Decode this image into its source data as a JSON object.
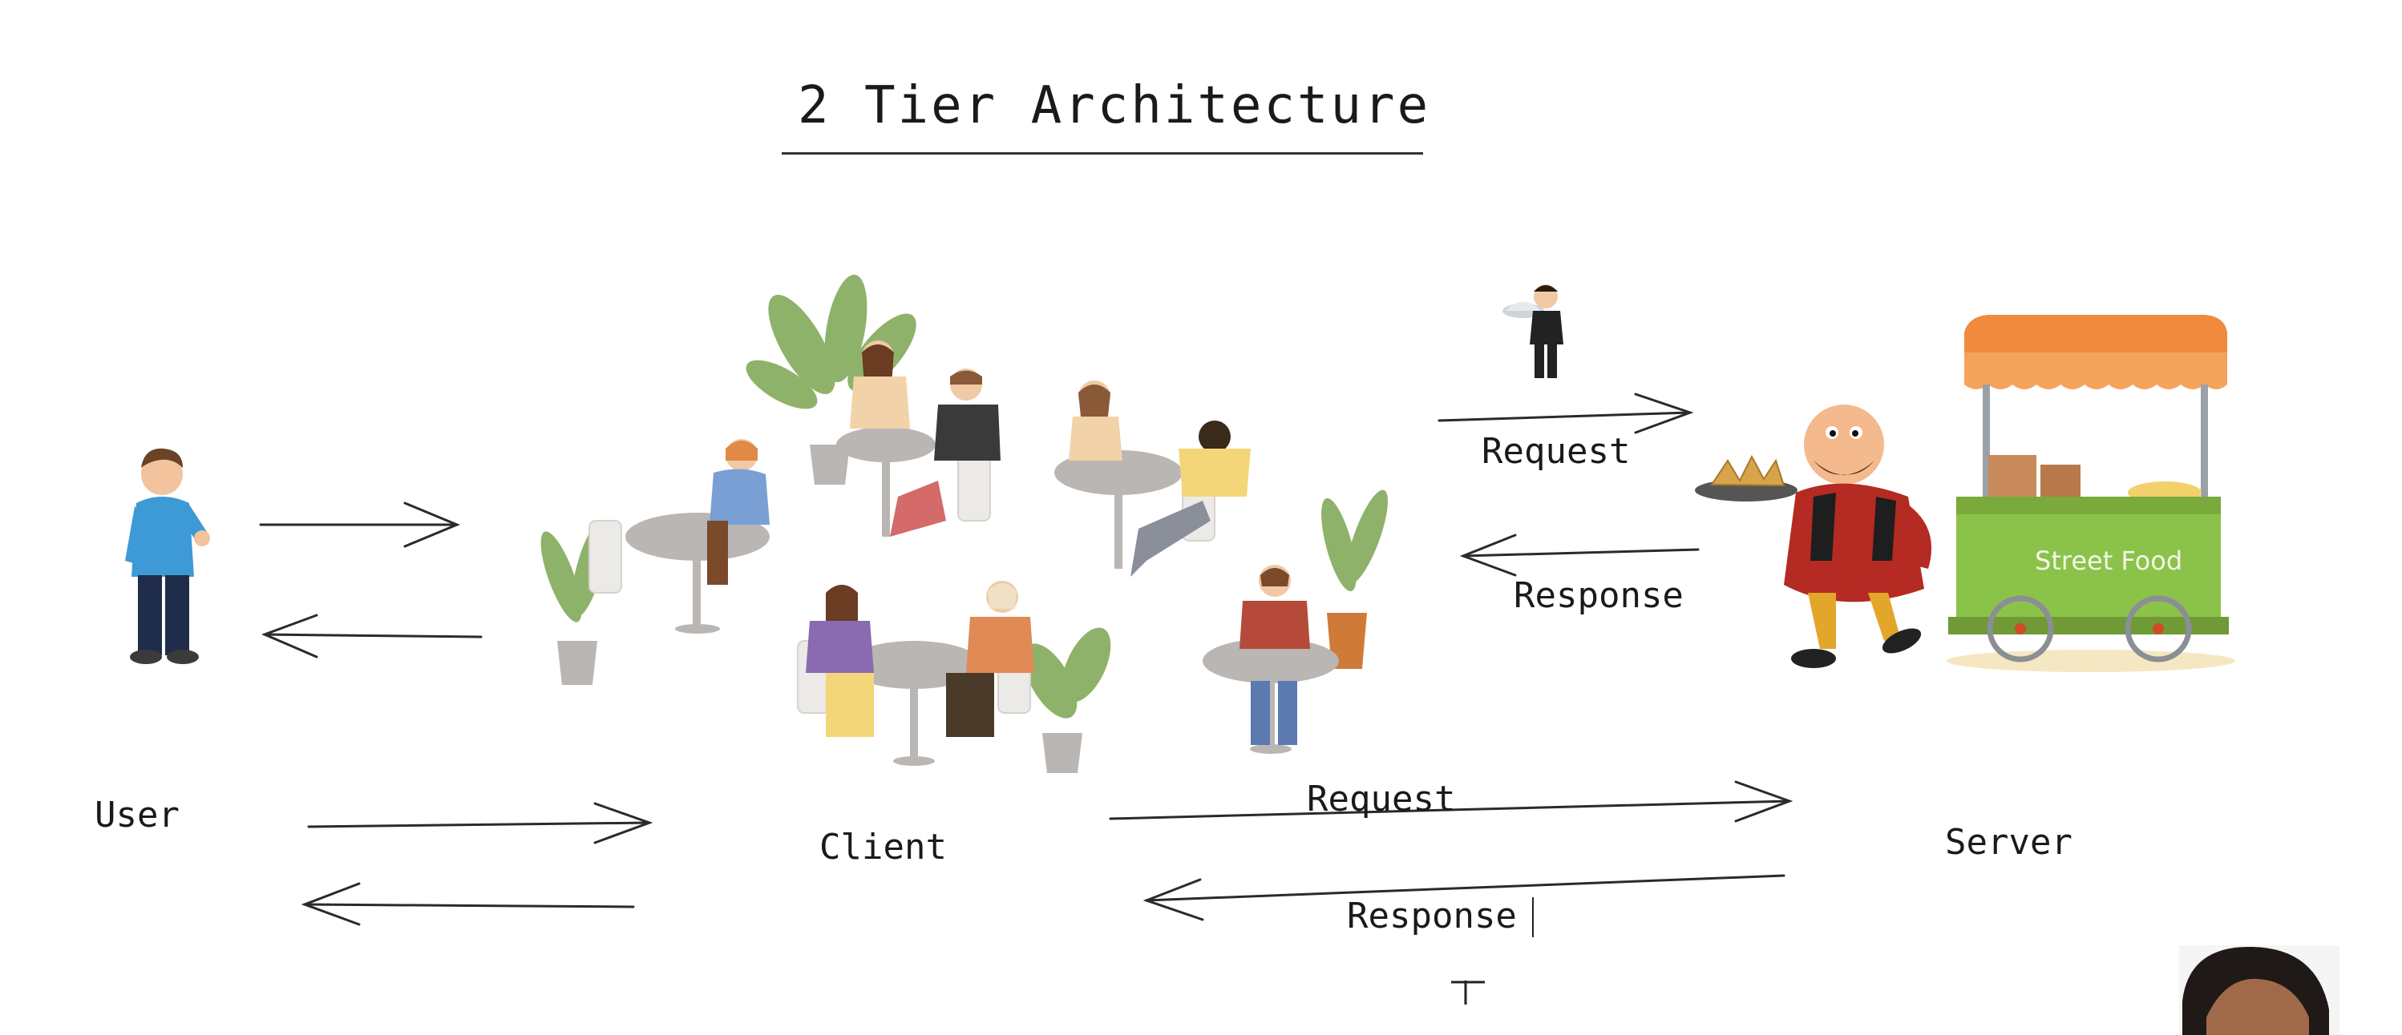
{
  "title": "2 Tier Architecture",
  "labels": {
    "user": "User",
    "client": "Client",
    "server": "Server",
    "request_top": "Request",
    "response_top": "Response",
    "request_bottom": "Request",
    "response_bottom": "Response"
  },
  "sign_text": "Street Food",
  "colors": {
    "ink": "#1a1a1a",
    "cart_green": "#8bc34a",
    "awning_orange": "#f08a3c",
    "character_red": "#b52a22",
    "table_grey": "#b9b6b4",
    "plant_green": "#8fb26a"
  },
  "icons": [
    "user-figure-icon",
    "cafe-tables-icon",
    "waiter-icon",
    "cook-character-icon",
    "food-cart-icon",
    "crosshair-cursor-icon",
    "presenter-webcam-icon"
  ]
}
